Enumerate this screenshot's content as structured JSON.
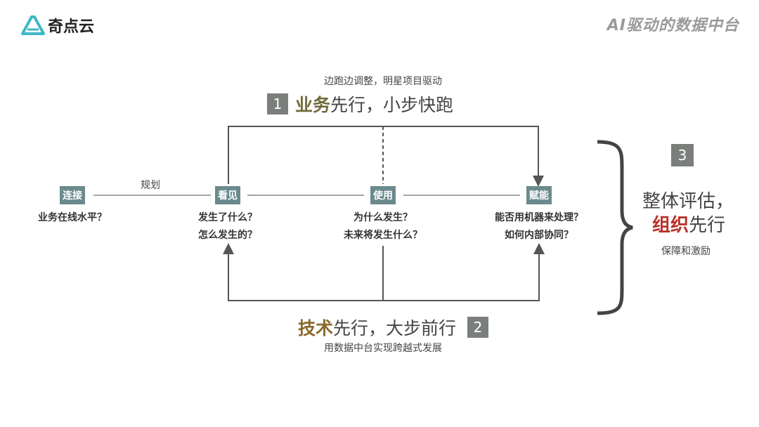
{
  "header": {
    "logo_text": "奇点云",
    "slide_tag": "AI驱动的数据中台"
  },
  "top": {
    "subtitle": "边跑边调整，明星项目驱动",
    "number": "1",
    "title_emph": "业务",
    "title_rest": "先行，小步快跑"
  },
  "bottom": {
    "number": "2",
    "title_emph": "技术",
    "title_rest": "先行，大步前行",
    "subtitle": "用数据中台实现跨越式发展"
  },
  "right": {
    "number": "3",
    "line1": "整体评估，",
    "line2_emph": "组织",
    "line2_rest": "先行",
    "subtitle": "保障和激励"
  },
  "flow": {
    "link_label": "规划",
    "nodes": [
      {
        "label": "连接",
        "questions": [
          "业务在线水平？"
        ]
      },
      {
        "label": "看见",
        "questions": [
          "发生了什么？",
          "怎么发生的？"
        ]
      },
      {
        "label": "使用",
        "questions": [
          "为什么发生？",
          "未来将发生什么？"
        ]
      },
      {
        "label": "赋能",
        "questions": [
          "能否用机器来处理？",
          "如何内部协同？"
        ]
      }
    ]
  },
  "colors": {
    "node": "#6b8a8e",
    "number_box": "#7b7f7c",
    "olive": "#6f6b3b",
    "brown": "#8a6a2c",
    "red": "#b8322a"
  }
}
